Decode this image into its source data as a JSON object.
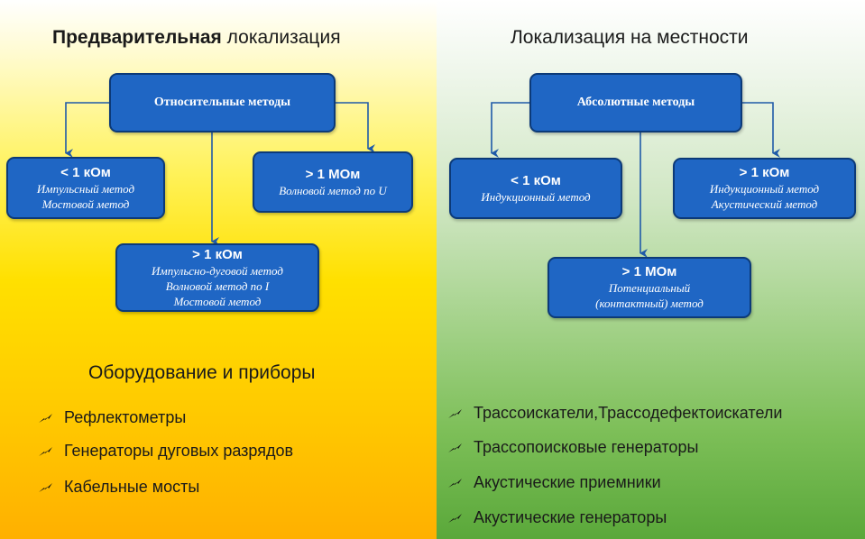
{
  "left": {
    "heading_bold": "Предварительная",
    "heading_rest": " локализация",
    "root": {
      "title": "Относительные методы"
    },
    "box_low": {
      "cond": "< 1 кОм",
      "methods": [
        "Импульсный  метод",
        "Мостовой метод"
      ]
    },
    "box_high": {
      "cond": "> 1 МОм",
      "methods": [
        "Волновой метод по U"
      ]
    },
    "box_mid": {
      "cond": "> 1  кОм",
      "methods": [
        "Импульсно-дуговой метод",
        "Волновой метод по I",
        "Мостовой метод"
      ]
    },
    "equipment_title": "Оборудование и приборы",
    "equipment": [
      "Рефлектометры",
      "Генераторы дуговых разрядов",
      "Кабельные  мосты"
    ]
  },
  "right": {
    "heading": "Локализация на местности",
    "root": {
      "title": "Абсолютные методы"
    },
    "box_low": {
      "cond": "< 1 кОм",
      "methods": [
        "Индукционный метод"
      ]
    },
    "box_mid": {
      "cond": "> 1  кОм",
      "methods": [
        "Индукционный метод",
        "Акустический метод"
      ]
    },
    "box_high": {
      "cond": "> 1 МОм",
      "methods": [
        "Потенциальный",
        "(контактный) метод"
      ]
    },
    "equipment": [
      "Трассоискатели,Трассодефектоискатели",
      "Трассопоисковые  генераторы",
      "Акустические  приемники",
      "Акустические  генераторы"
    ]
  },
  "colors": {
    "box_fill": "#1f66c4",
    "box_border": "#0c3a78",
    "arrow": "#1f5aa8"
  },
  "icons": {
    "bullet": "lightning-bolt-icon"
  }
}
